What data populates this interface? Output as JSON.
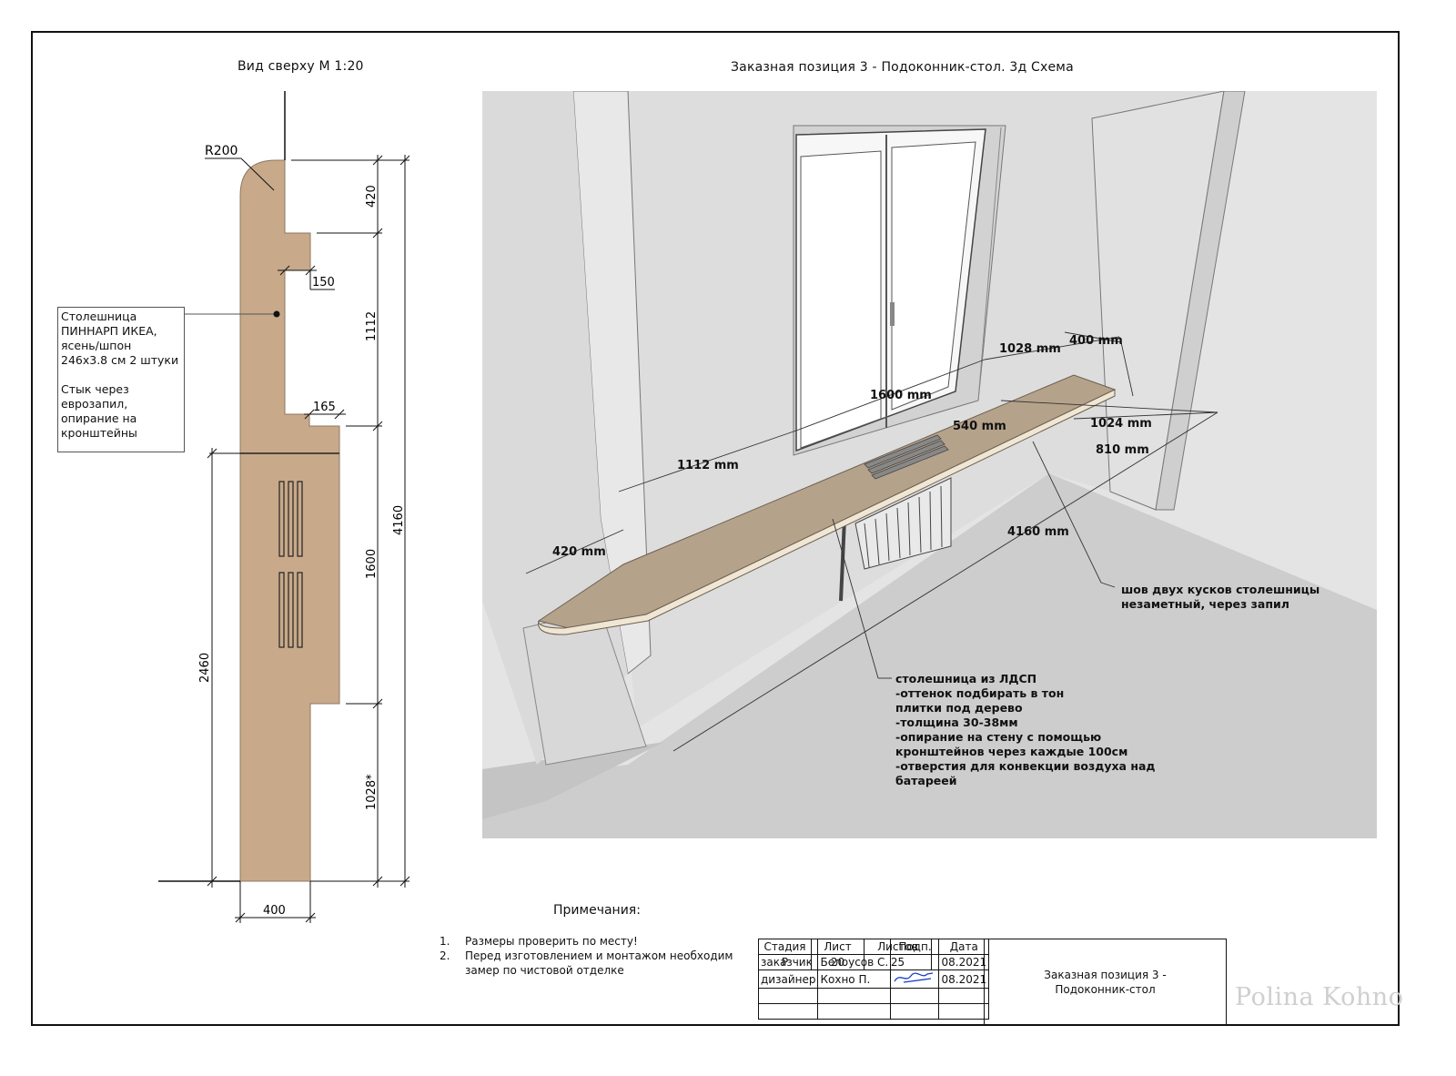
{
  "plan": {
    "title": "Вид сверху М 1:20",
    "radius_label": "R200",
    "dims": {
      "d420": "420",
      "d150": "150",
      "d1112": "1112",
      "d165": "165",
      "d4160": "4160",
      "d1600": "1600",
      "d2460": "2460",
      "d1028": "1028*",
      "d400": "400"
    },
    "note_lines": [
      "Столешница",
      "ПИННАРП ИКЕА,",
      "ясень/шпон",
      "246x3.8 см  2 штуки",
      "",
      "Стык через",
      "еврозапил,",
      "опирание на",
      "кронштейны"
    ]
  },
  "scheme": {
    "title": "Заказная позиция 3 - Подоконник-стол.  3д Схема",
    "labels": {
      "m1028": "1028 mm",
      "m400": "400 mm",
      "m1600": "1600 mm",
      "m540": "540 mm",
      "m1024": "1024 mm",
      "m810": "810 mm",
      "m1112": "1112 mm",
      "m420": "420 mm",
      "m4160": "4160 mm"
    },
    "seam_note": [
      "шов двух кусков столешницы",
      "незаметный, через запил"
    ],
    "material_note": [
      "столешница из ЛДСП",
      "-оттенок подбирать в тон",
      "плитки под дерево",
      "-толщина 30-38мм",
      "-опирание на стену с помощью",
      "кронштейнов через каждые 100см",
      "-отверстия для конвекции воздуха над",
      "батареей"
    ]
  },
  "notes": {
    "title": "Примечания:",
    "items": [
      {
        "num": "1.",
        "lines": [
          "Размеры проверить по месту!"
        ]
      },
      {
        "num": "2.",
        "lines": [
          "Перед изготовлением и монтажом необходим",
          "замер по чистовой отделке"
        ]
      }
    ]
  },
  "title_block": {
    "h_sign": "Подп.",
    "h_date": "Дата",
    "r1_role": "заказчик",
    "r1_name": "Белоусов С.",
    "r1_date": "08.2021",
    "r2_role": "дизайнер",
    "r2_name": "Кохно П.",
    "r2_date": "08.2021",
    "name_line1": "Заказная позиция 3 -",
    "name_line2": "Подоконник-стол",
    "h_stage": "Стадия",
    "h_sheet": "Лист",
    "h_sheets": "Листов",
    "stage": "Р",
    "sheet": "20",
    "sheets": "25",
    "watermark": "Polina Kohno"
  },
  "colors": {
    "wood": "#c8a98a",
    "wall": "#e3e3e3",
    "floor": "#cfcfcf",
    "signature": "#1a3ccc"
  }
}
